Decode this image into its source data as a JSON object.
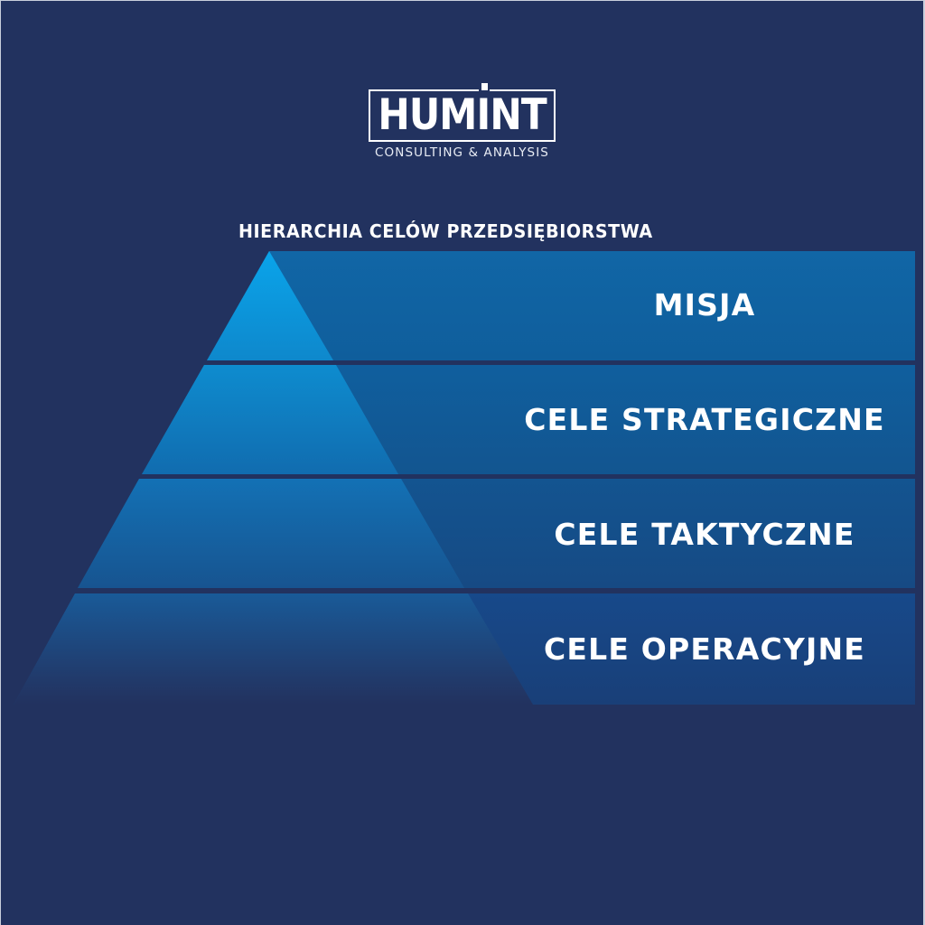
{
  "logo": {
    "wordmark": "HUMINT",
    "tagline": "CONSULTING & ANALYSIS"
  },
  "title": "HIERARCHIA CELÓW PRZEDSIĘBIORSTWA",
  "pyramid": {
    "levels": [
      {
        "label": "MISJA",
        "band_color": "#0f62a0",
        "tri_top": "#0a9ee4",
        "tri_bottom": "#0e7fc3"
      },
      {
        "label": "CELE STRATEGICZNE",
        "band_color": "#0f5a97",
        "tri_top": "#0d85c8",
        "tri_bottom": "#1068ad"
      },
      {
        "label": "CELE TAKTYCZNE",
        "band_color": "#134f8c",
        "tri_top": "#1470b3",
        "tri_bottom": "#18538f"
      },
      {
        "label": "CELE OPERACYJNE",
        "band_color": "#16447f",
        "tri_top": "#175a98",
        "tri_bottom": "#22325f"
      }
    ]
  },
  "colors": {
    "background": "#22325f",
    "text": "#ffffff"
  }
}
